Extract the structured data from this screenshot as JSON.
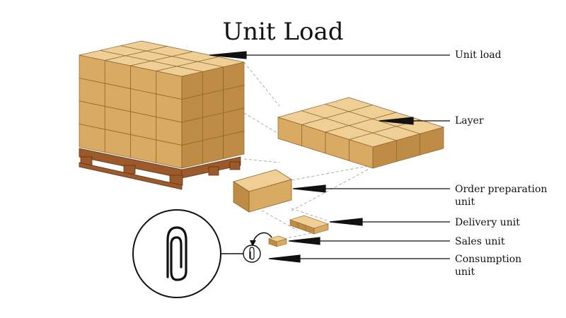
{
  "title": "Unit Load",
  "labels": {
    "unit_load": "Unit load",
    "layer": "Layer",
    "order_preparation_line1": "Order preparation",
    "order_preparation_line2": "unit",
    "delivery_unit": "Delivery unit",
    "sales_unit": "Sales unit",
    "consumption_line1": "Consumption",
    "consumption_line2": "unit"
  },
  "icons": {
    "consumption_item": "paperclip-icon",
    "pallet": "wooden-pallet-icon"
  },
  "colors": {
    "box_top": "#f0cf95",
    "box_front": "#d9aa62",
    "box_side": "#bf8c45",
    "pallet": "#9c5a2a",
    "line": "#111111",
    "guide": "#999999"
  }
}
